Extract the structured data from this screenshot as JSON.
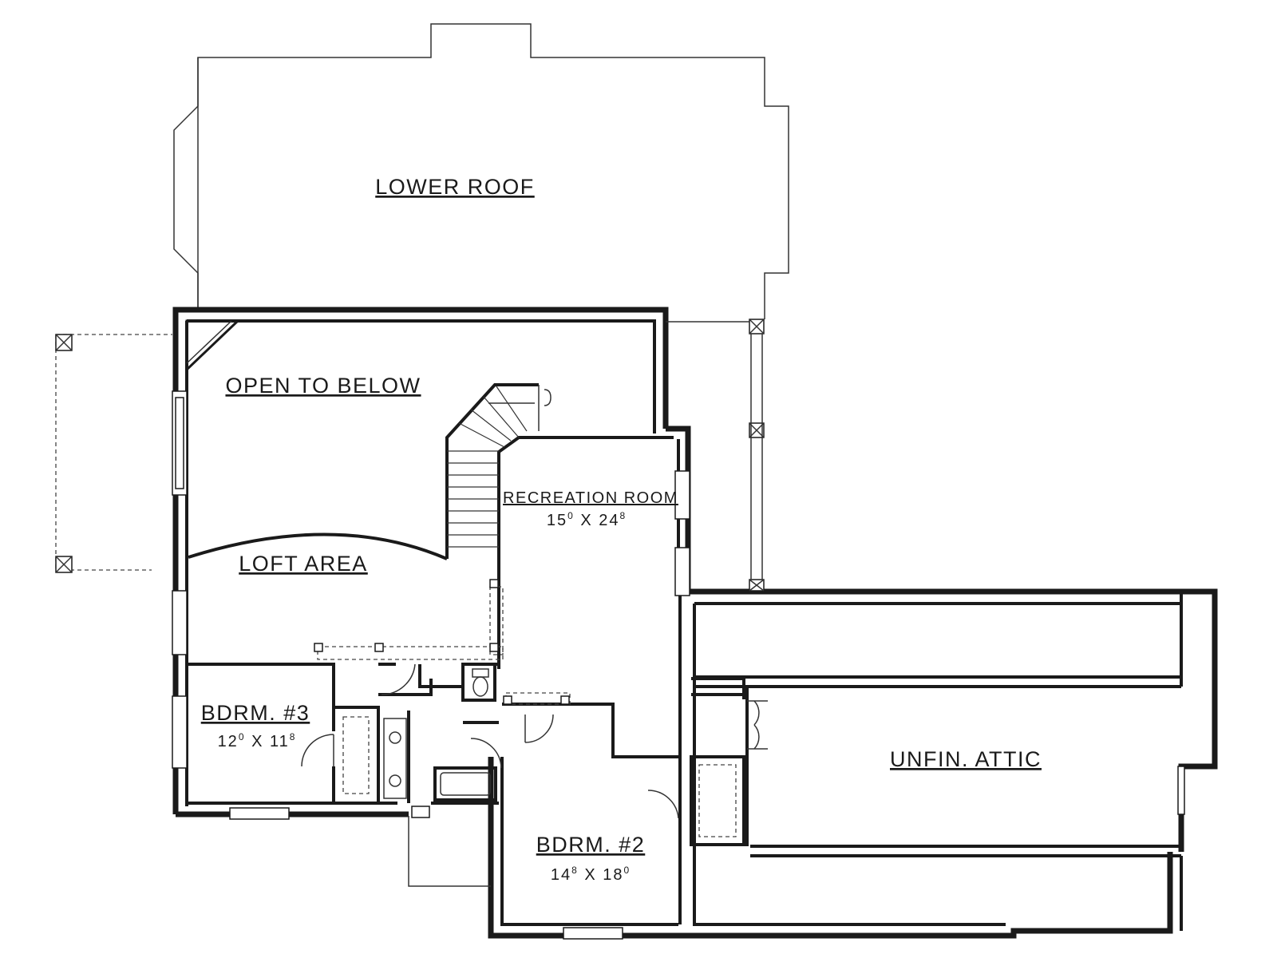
{
  "labels": {
    "lower_roof": "LOWER ROOF",
    "open_to_below": "OPEN TO BELOW",
    "loft_area": "LOFT AREA",
    "recreation_room": "RECREATION ROOM",
    "recreation_dim_a": "15",
    "recreation_dim_a_sup": "0",
    "recreation_dim_b": "24",
    "recreation_dim_b_sup": "8",
    "bdrm3": "BDRM. #3",
    "bdrm3_dim_a": "12",
    "bdrm3_dim_a_sup": "0",
    "bdrm3_dim_b": "11",
    "bdrm3_dim_b_sup": "8",
    "bdrm2": "BDRM. #2",
    "bdrm2_dim_a": "14",
    "bdrm2_dim_a_sup": "8",
    "bdrm2_dim_b": "18",
    "bdrm2_dim_b_sup": "0",
    "unfin_attic": "UNFIN. ATTIC",
    "x": "X"
  }
}
